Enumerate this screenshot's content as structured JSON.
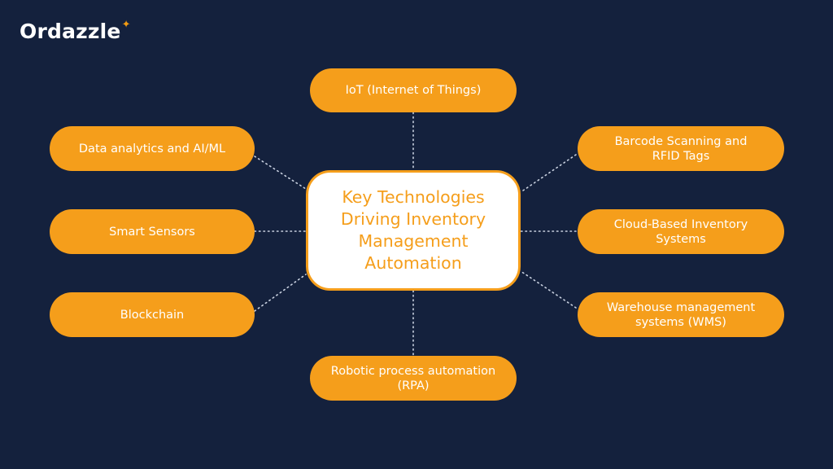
{
  "brand": {
    "logo_text": "Ordazzle",
    "accent_color": "#f59e1b",
    "background_color": "#14213d"
  },
  "diagram": {
    "center_title": "Key Technologies Driving Inventory Management Automation",
    "nodes": {
      "top": "IoT (Internet of Things)",
      "left_top": "Data analytics and AI/ML",
      "left_mid": "Smart Sensors",
      "left_bottom": "Blockchain",
      "right_top": "Barcode Scanning and RFID Tags",
      "right_mid": "Cloud-Based Inventory Systems",
      "right_bottom": "Warehouse management systems (WMS)",
      "bottom": "Robotic process automation (RPA)"
    }
  }
}
